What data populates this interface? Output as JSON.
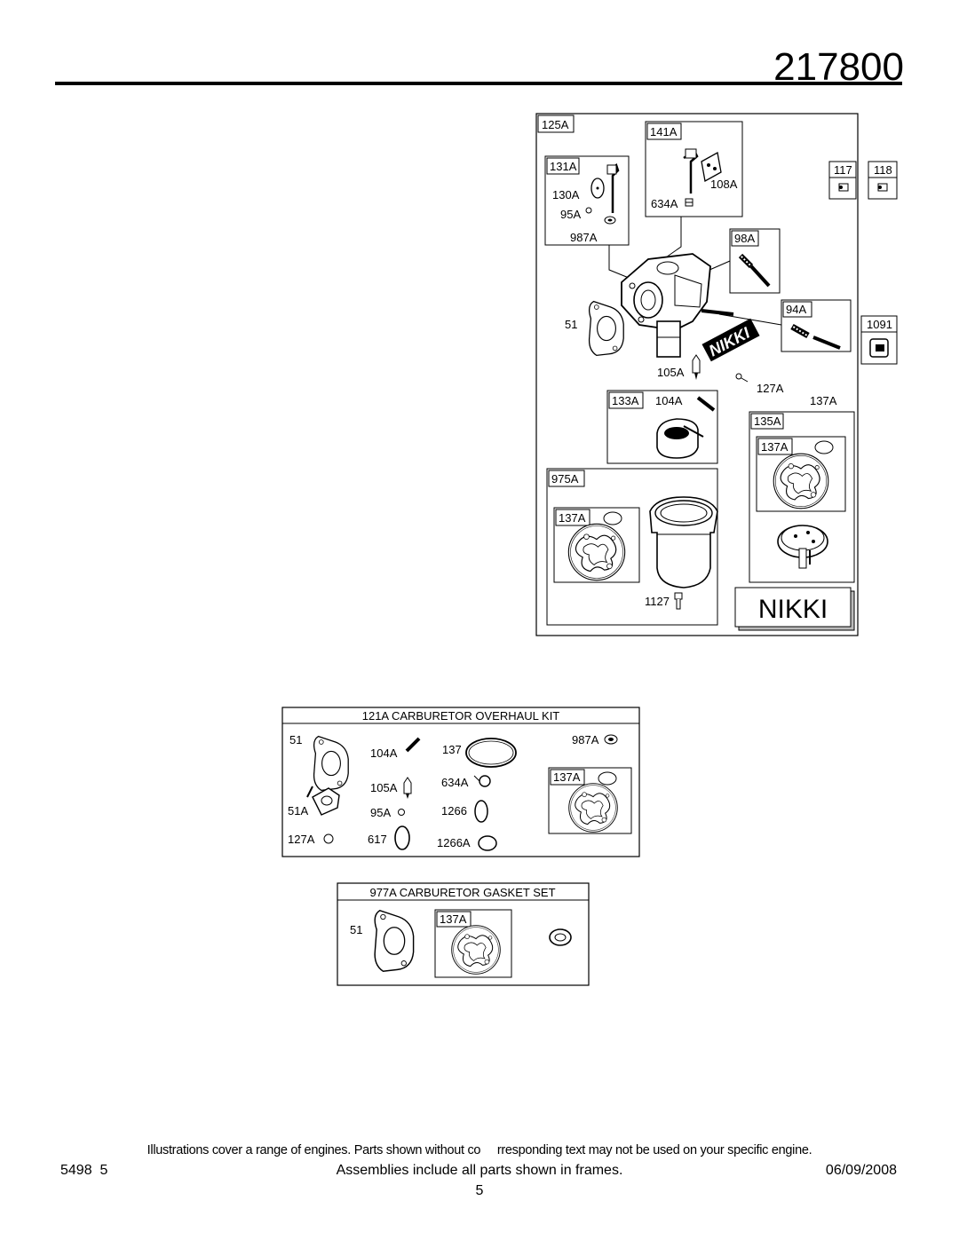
{
  "header": {
    "model_number": "217800"
  },
  "main_assembly": {
    "brand_mark": "NIKKI",
    "brand_box_text": "NIKKI",
    "labels": {
      "l125A": "125A",
      "l141A": "141A",
      "l131A": "131A",
      "l130A": "130A",
      "l95A": "95A",
      "l987A": "987A",
      "l108A": "108A",
      "l634A": "634A",
      "l117": "117",
      "l118": "118",
      "l98A": "98A",
      "l94A": "94A",
      "l1091": "1091",
      "l51": "51",
      "l105A": "105A",
      "l127A": "127A",
      "l137A_top": "137A",
      "l133A": "133A",
      "l104A": "104A",
      "l135A": "135A",
      "l137A_135": "137A",
      "l975A": "975A",
      "l137A_975": "137A",
      "l1127": "1127"
    }
  },
  "overhaul_kit": {
    "title": "121A CARBURETOR OVERHAUL KIT",
    "labels": {
      "l51": "51",
      "l51A": "51A",
      "l127A": "127A",
      "l104A": "104A",
      "l105A": "105A",
      "l95A": "95A",
      "l617": "617",
      "l137": "137",
      "l634A": "634A",
      "l1266": "1266",
      "l1266A": "1266A",
      "l987A": "987A",
      "l137A": "137A"
    }
  },
  "gasket_set": {
    "title": "977A CARBURETOR GASKET SET",
    "labels": {
      "l51": "51",
      "l137A": "137A"
    }
  },
  "footer": {
    "disclaimer": "Illustrations cover a range of engines. Parts shown without co     rresponding text may not be used on your specific engine.",
    "doc_number": "5498  5",
    "caption": "Assemblies include all parts shown in frames.",
    "date": "06/09/2008",
    "page_number": "5"
  }
}
